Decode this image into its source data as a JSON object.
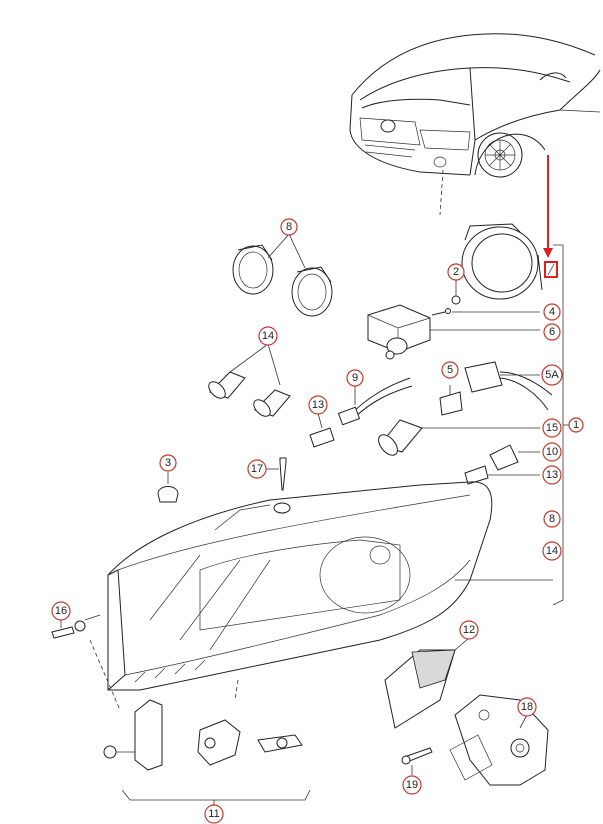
{
  "diagram": {
    "callouts": [
      {
        "id": "c8a",
        "label": "8"
      },
      {
        "id": "c2",
        "label": "2"
      },
      {
        "id": "c4",
        "label": "4"
      },
      {
        "id": "c6",
        "label": "6"
      },
      {
        "id": "c14a",
        "label": "14"
      },
      {
        "id": "c9",
        "label": "9"
      },
      {
        "id": "c5",
        "label": "5"
      },
      {
        "id": "c5a",
        "label": "5A"
      },
      {
        "id": "c13a",
        "label": "13"
      },
      {
        "id": "c15",
        "label": "15"
      },
      {
        "id": "c1",
        "label": "1"
      },
      {
        "id": "c10",
        "label": "10"
      },
      {
        "id": "c13b",
        "label": "13"
      },
      {
        "id": "c3",
        "label": "3"
      },
      {
        "id": "c17",
        "label": "17"
      },
      {
        "id": "c8b",
        "label": "8"
      },
      {
        "id": "c14b",
        "label": "14"
      },
      {
        "id": "c16",
        "label": "16"
      },
      {
        "id": "c12",
        "label": "12"
      },
      {
        "id": "c18",
        "label": "18"
      },
      {
        "id": "c19",
        "label": "19"
      },
      {
        "id": "c11",
        "label": "11"
      }
    ],
    "accent_color": "#e02020",
    "callout_ring_color": "#c0392b"
  }
}
